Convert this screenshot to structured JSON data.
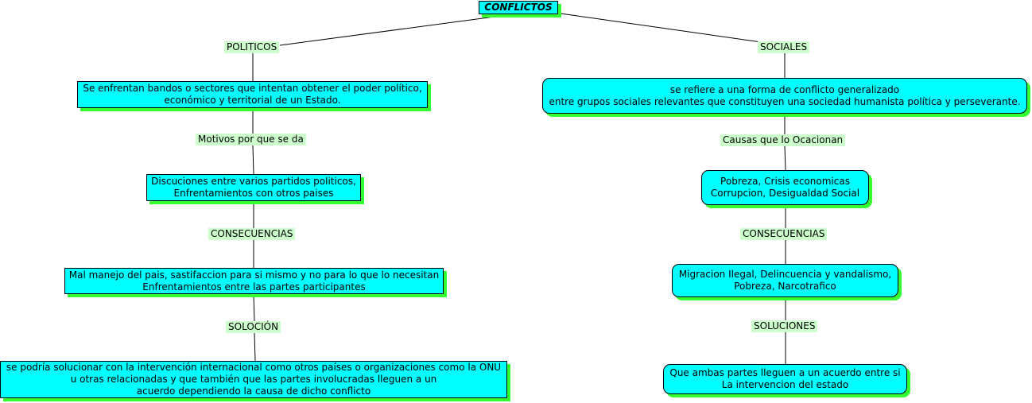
{
  "root": {
    "title": "CONFLICTOS"
  },
  "left": {
    "branch_label": "POLITICOS",
    "definition": [
      "Se enfrentan bandos o sectores que intentan obtener el poder político,",
      "económico y territorial de un Estado."
    ],
    "link1": "Motivos por que se da",
    "causes": [
      "Discuciones entre varios partidos politicos,",
      "Enfrentamientos con otros paises"
    ],
    "link2": "CONSECUENCIAS",
    "consequences": [
      "Mal manejo del pais, sastifaccion para si mismo y no para lo que lo necesitan",
      "Enfrentamientos entre las partes participantes"
    ],
    "link3": "SOLOCIÓN",
    "solution": [
      "se podría solucionar con la intervención internacional como otros países o organizaciones como la ONU",
      "u otras relacionadas y que también que las partes involucradas lleguen a un",
      "acuerdo dependiendo la causa de dicho conflicto"
    ]
  },
  "right": {
    "branch_label": "SOCIALES",
    "definition": [
      "se refiere a una forma de conflicto generalizado",
      "entre grupos sociales relevantes que constituyen una sociedad humanista política y perseverante."
    ],
    "link1": "Causas que lo Ocacionan",
    "causes": [
      "Pobreza, Crisis economicas",
      "Corrupcion, Desigualdad Social"
    ],
    "link2": "CONSECUENCIAS",
    "consequences": [
      "Migracion Ilegal, Delincuencia y vandalismo,",
      "Pobreza, Narcotrafico"
    ],
    "link3": "SOLUCIONES",
    "solution": [
      "Que ambas partes lleguen a un acuerdo entre si",
      "La intervencion del estado"
    ]
  },
  "colors": {
    "node_fill": "#00ffff",
    "node_shadow": "#33ff33",
    "label_fill": "#ccffcc",
    "line": "#000000"
  }
}
